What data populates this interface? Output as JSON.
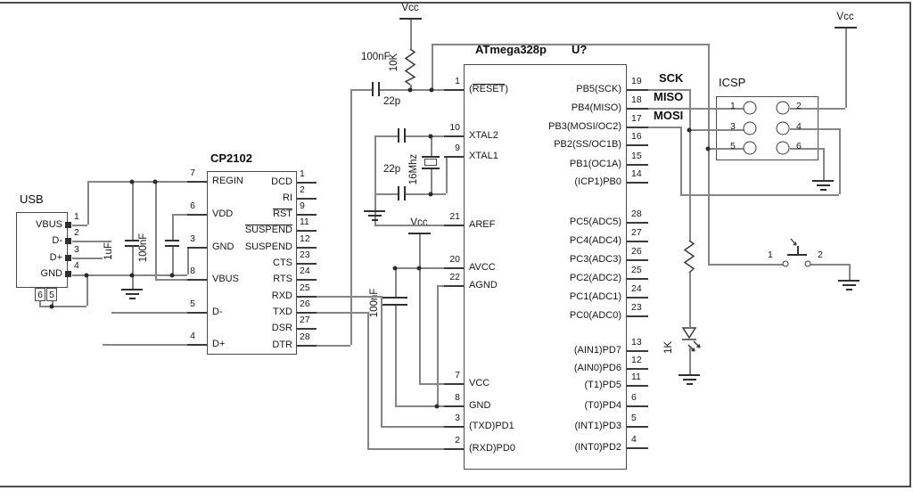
{
  "usb": {
    "title": "USB",
    "pins": [
      {
        "num": "1",
        "label": "VBUS"
      },
      {
        "num": "2",
        "label": "D-"
      },
      {
        "num": "3",
        "label": "D+"
      },
      {
        "num": "4",
        "label": "GND"
      }
    ],
    "shield_pins": [
      "6",
      "5"
    ]
  },
  "cp2102": {
    "title": "CP2102",
    "left_pins": [
      {
        "num": "7",
        "label": "REGIN"
      },
      {
        "num": "6",
        "label": "VDD"
      },
      {
        "num": "3",
        "label": "GND"
      },
      {
        "num": "8",
        "label": "VBUS"
      },
      {
        "num": "5",
        "label": "D-"
      },
      {
        "num": "4",
        "label": "D+"
      }
    ],
    "right_pins": [
      {
        "num": "1",
        "label": "DCD"
      },
      {
        "num": "2",
        "label": "RI"
      },
      {
        "num": "9",
        "over": "RST"
      },
      {
        "num": "11",
        "over": "SUSPEND"
      },
      {
        "num": "12",
        "label": "SUSPEND"
      },
      {
        "num": "23",
        "label": "CTS"
      },
      {
        "num": "24",
        "label": "RTS"
      },
      {
        "num": "25",
        "label": "RXD"
      },
      {
        "num": "26",
        "label": "TXD"
      },
      {
        "num": "27",
        "label": "DSR"
      },
      {
        "num": "28",
        "label": "DTR"
      }
    ]
  },
  "atmega": {
    "title": "ATmega328p",
    "designator": "U?",
    "left_pins": [
      {
        "num": "1",
        "pre": "(",
        "over": "RESET",
        "post": ")"
      },
      {
        "num": "10",
        "label": "XTAL2"
      },
      {
        "num": "9",
        "label": "XTAL1"
      },
      {
        "num": "21",
        "label": "AREF"
      },
      {
        "num": "20",
        "label": "AVCC"
      },
      {
        "num": "22",
        "label": "AGND"
      },
      {
        "num": "7",
        "label": "VCC"
      },
      {
        "num": "8",
        "label": "GND"
      },
      {
        "num": "3",
        "label": "(TXD)PD1"
      },
      {
        "num": "2",
        "label": "(RXD)PD0"
      }
    ],
    "right_pins": [
      {
        "num": "19",
        "label": "PB5(SCK)"
      },
      {
        "num": "18",
        "label": "PB4(MISO)"
      },
      {
        "num": "17",
        "label": "PB3(MOSI/OC2)"
      },
      {
        "num": "16",
        "label": "PB2(SS/OC1B)"
      },
      {
        "num": "15",
        "label": "PB1(OC1A)"
      },
      {
        "num": "14",
        "label": "(ICP1)PB0"
      },
      {
        "num": "28",
        "label": "PC5(ADC5)"
      },
      {
        "num": "27",
        "label": "PC4(ADC4)"
      },
      {
        "num": "26",
        "label": "PC3(ADC3)"
      },
      {
        "num": "25",
        "label": "PC2(ADC2)"
      },
      {
        "num": "24",
        "label": "PC1(ADC1)"
      },
      {
        "num": "23",
        "label": "PC0(ADC0)"
      },
      {
        "num": "13",
        "label": "(AIN1)PD7"
      },
      {
        "num": "12",
        "label": "(AIN0)PD6"
      },
      {
        "num": "11",
        "label": "(T1)PD5"
      },
      {
        "num": "6",
        "label": "(T0)PD4"
      },
      {
        "num": "5",
        "label": "(INT1)PD3"
      },
      {
        "num": "4",
        "label": "(INT0)PD2"
      }
    ]
  },
  "icsp": {
    "title": "ICSP",
    "pin_numbers": [
      "1",
      "2",
      "3",
      "4",
      "5",
      "6"
    ]
  },
  "power": {
    "label": "Vcc"
  },
  "nets": {
    "sck": "SCK",
    "miso": "MISO",
    "mosi": "MOSI"
  },
  "components": {
    "reset_pullup": "10K",
    "reset_cap": "100nF",
    "usb_cap1": "1uF",
    "usb_cap2": "100nF",
    "xtal_cap_top": "22p",
    "xtal_cap_bottom": "22p",
    "crystal": "16Mhz",
    "avcc_cap": "100nF",
    "led_resistor": "1K"
  },
  "reset_button": {
    "pin1": "1",
    "pin2": "2"
  }
}
